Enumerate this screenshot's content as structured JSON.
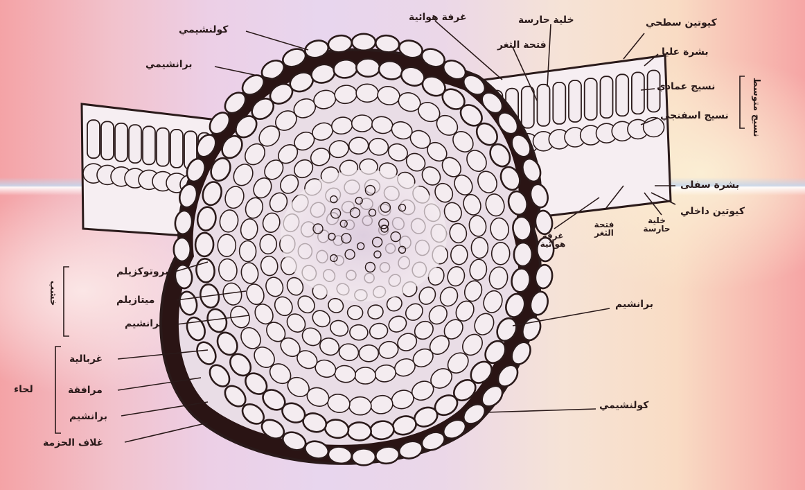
{
  "labels": {
    "collenchyma_top": "كولنشيمي",
    "parenchyma_top": "برانشيمي",
    "air_cell": "غرفة هوائية",
    "guard_cell": "خلية حارسة",
    "stoma_opening": "فتحة الثغر",
    "cuticle": "كيوتين سطحي",
    "upper_epidermis": "بشرة عليا",
    "palisade": "نسيج عمادي",
    "spongy": "نسيج اسفنجي",
    "mesophyll": "نسيج متوسط",
    "lower_epidermis": "بشرة سفلى",
    "cuticle_bottom": "كيوتين داخلي",
    "guard_cell_bottom": "خلية حارسة",
    "stoma_bottom": "فتحة الثغر",
    "air_chamber": "غرفة هوائية",
    "protoxylem": "بروتوكزيلم",
    "metaxylem": "ميتازيلم",
    "xylem_parenchyma": "برانشيم",
    "xylem": "خشب",
    "sieve_tubes": "غربالية",
    "companion": "مرافقة",
    "phloem_parenchyma": "برانشيم",
    "phloem": "لحاء",
    "bundle_sheath": "غلاف الحزمة",
    "parenchyma_right": "برانشيم",
    "collenchyma_right": "كولنشيمي"
  },
  "colors": {
    "ink": "#2a1a1a",
    "cell_fill": "#f4ecf0",
    "thick_wall": "#1e0f0f"
  }
}
